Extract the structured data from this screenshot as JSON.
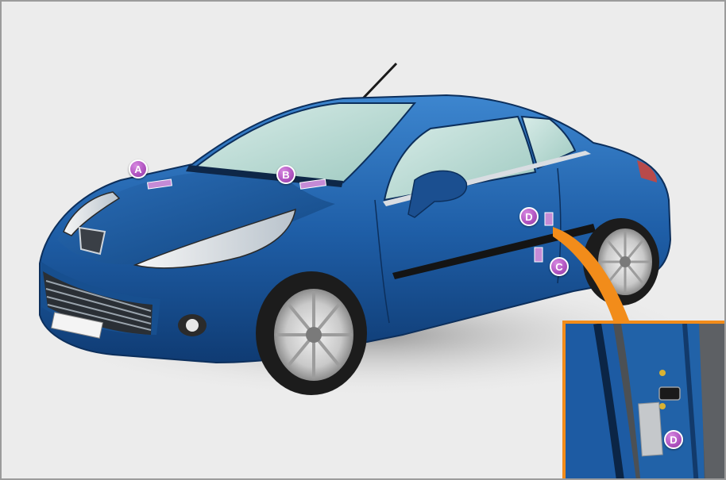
{
  "markers": {
    "a": "A",
    "b": "B",
    "c": "C",
    "d": "D",
    "d_inset": "D"
  },
  "colors": {
    "background": "#ececec",
    "frame_border": "#9b9b9b",
    "car_body": "#1f5fa8",
    "marker_fill": "#b256c2",
    "inset_border": "#f28c1a",
    "label_patch": "#c58bd6"
  }
}
